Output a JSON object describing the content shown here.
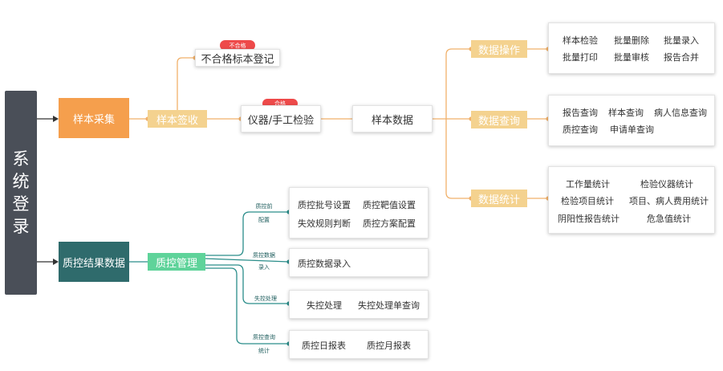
{
  "colors": {
    "orange_line": "#f0b06a",
    "teal_line": "#2a8d8a",
    "dark_sidebar": "#4a4f58",
    "orange_fill": "#f59f4d",
    "teal_fill": "#2f6b6c",
    "green_fill": "#5fd39a",
    "tan_fill": "#f4d28f",
    "badge_red": "#ee4a4a"
  },
  "system_login": [
    "系",
    "统",
    "登",
    "录"
  ],
  "nodes": {
    "sample_collect": "样本采集",
    "sample_sign": "样本签收",
    "unqualified_reg": "不合格标本登记",
    "unqualified_badge": "不合格",
    "instrument_check": "仪器/手工检验",
    "qualified_badge": "合格",
    "sample_data": "样本数据",
    "data_ops": "数据操作",
    "data_query": "数据查询",
    "data_stats": "数据统计",
    "qc_result": "质控结果数据",
    "qc_manage": "质控管理"
  },
  "ops_items": [
    [
      "样本检验",
      "批量删除",
      "批量录入"
    ],
    [
      "批量打印",
      "批量审核",
      "报告合并"
    ]
  ],
  "query_items": [
    [
      "报告查询",
      "样本查询",
      "病人信息查询"
    ],
    [
      "质控查询",
      "申请单查询"
    ]
  ],
  "stats_items": [
    [
      "工作量统计",
      "检验仪器统计"
    ],
    [
      "检验项目统计",
      "项目、病人费用统计"
    ],
    [
      "阴阳性报告统计",
      "危急值统计"
    ]
  ],
  "qc_branches": [
    {
      "label": [
        "质控前",
        "配置"
      ],
      "items": [
        [
          "质控批号设置",
          "质控靶值设置"
        ],
        [
          "失效规则判断",
          "质控方案配置"
        ]
      ]
    },
    {
      "label": [
        "质控数据",
        "录入"
      ],
      "items": [
        [
          "质控数据录入"
        ]
      ]
    },
    {
      "label": [
        "失控处理"
      ],
      "items": [
        [
          "失控处理",
          "失控处理单查询"
        ]
      ]
    },
    {
      "label": [
        "质控查询",
        "统计"
      ],
      "items": [
        [
          "质控日报表",
          "质控月报表"
        ]
      ]
    }
  ]
}
